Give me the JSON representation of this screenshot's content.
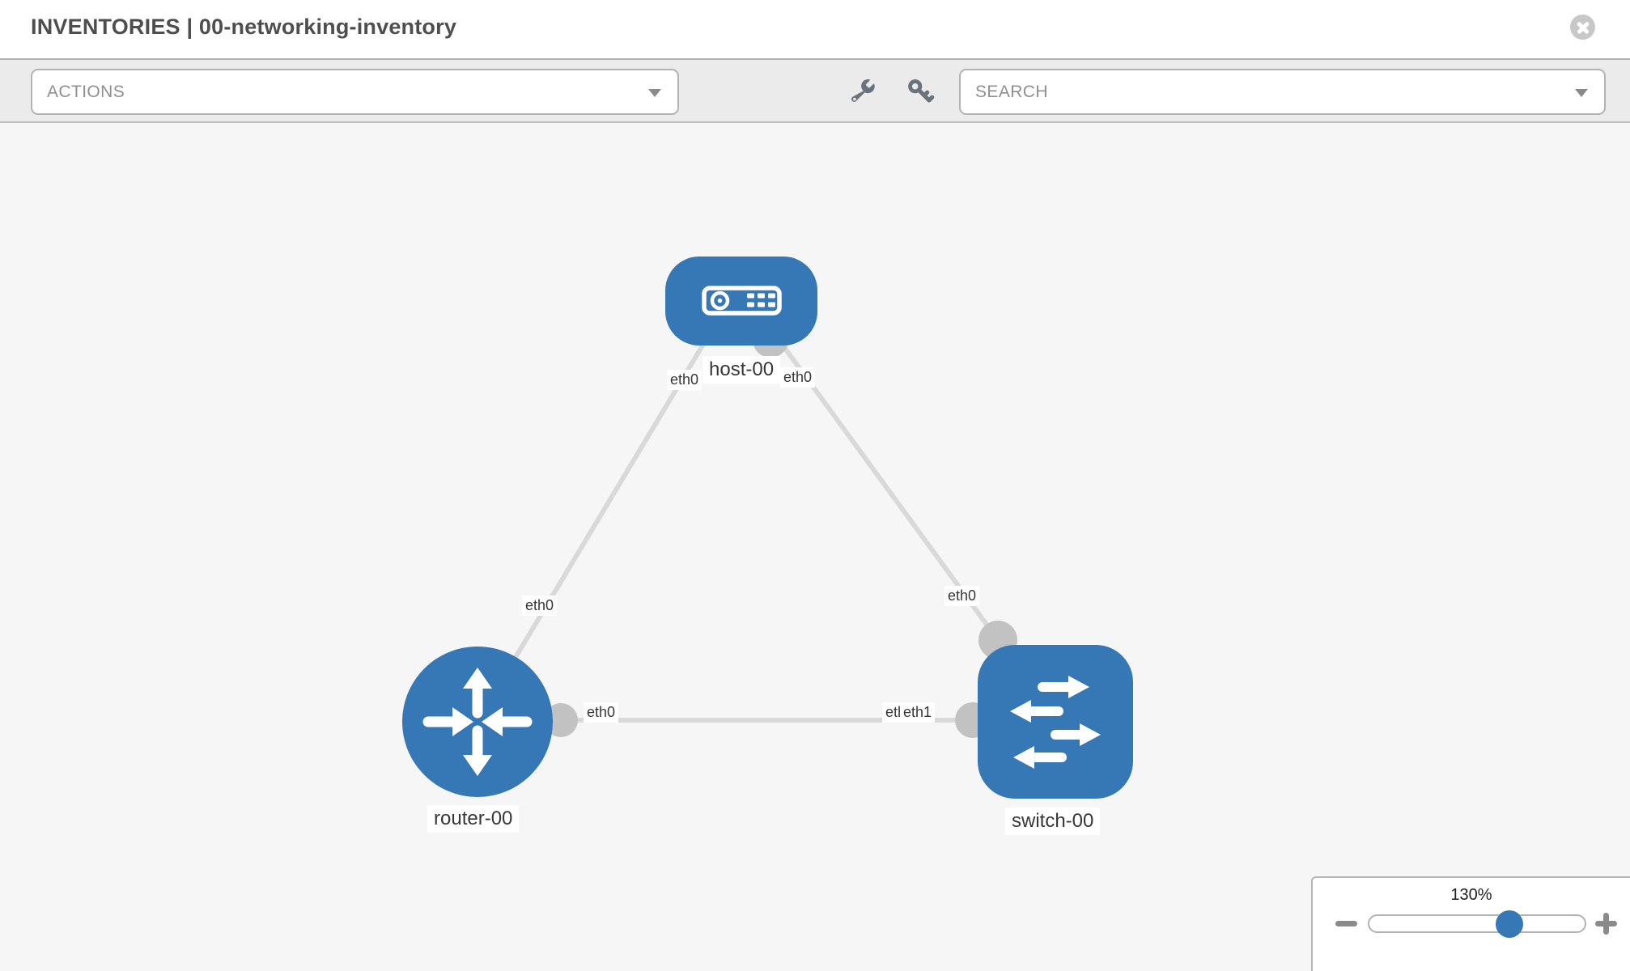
{
  "header": {
    "title": "INVENTORIES | 00-networking-inventory",
    "close_icon": "circle-x-icon"
  },
  "toolbar": {
    "actions_label": "ACTIONS",
    "search_label": "SEARCH",
    "icons": [
      "wrench-icon",
      "key-icon"
    ]
  },
  "topology": {
    "nodes": [
      {
        "label": "host-00",
        "type": "host",
        "icon": "server-icon"
      },
      {
        "label": "router-00",
        "type": "router",
        "icon": "router-arrows-icon"
      },
      {
        "label": "switch-00",
        "type": "switch",
        "icon": "switch-arrows-icon"
      }
    ],
    "links": [
      {
        "from": "host-00",
        "from_interface": "eth0",
        "to": "router-00",
        "to_interface": "eth0"
      },
      {
        "from": "host-00",
        "from_interface": "eth0",
        "to": "switch-00",
        "to_interface": "eth0"
      },
      {
        "from": "router-00",
        "from_interface": "eth0",
        "to": "switch-00",
        "to_interface": "eth1",
        "obscured_interface": "eth0"
      }
    ]
  },
  "zoom_control": {
    "level": "130%"
  },
  "colors": {
    "node_fill": "#3578b5",
    "link": "#d9d9d9",
    "endpoint": "#c2c2c2",
    "slider_thumb": "#3578b5",
    "toolbar_bg": "#ebebeb",
    "canvas_bg": "#f6f6f6"
  }
}
